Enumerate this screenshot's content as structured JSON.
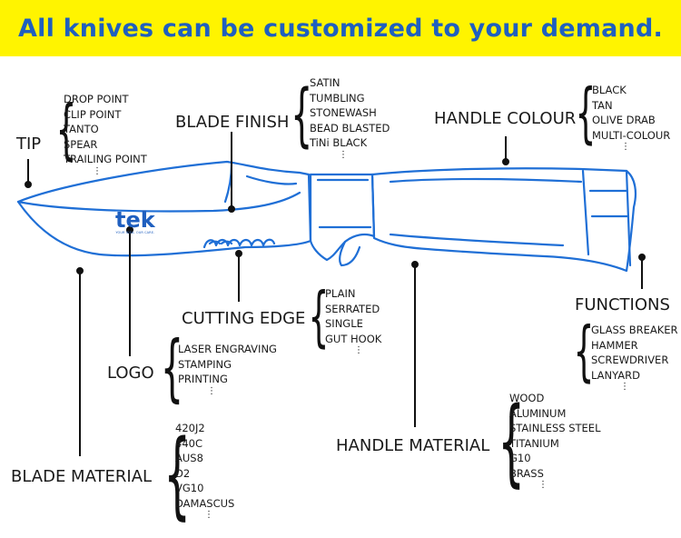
{
  "banner": {
    "text": "All knives can be customized to your demand."
  },
  "logo": {
    "text": "tek",
    "tagline": "YOUR IDEA. OUR CARE."
  },
  "colors": {
    "banner_bg": "#fff400",
    "banner_text": "#1f5fbf",
    "knife_line": "#1f6fd6"
  },
  "groups": {
    "tip": {
      "title": "TIP",
      "items": [
        "DROP POINT",
        "CLIP POINT",
        "TANTO",
        "SPEAR",
        "TRAILING POINT"
      ],
      "more": "⋮"
    },
    "blade_finish": {
      "title": "BLADE FINISH",
      "items": [
        "SATIN",
        "TUMBLING",
        "STONEWASH",
        "BEAD BLASTED",
        "TiNi BLACK"
      ],
      "more": "⋮"
    },
    "handle_colour": {
      "title": "HANDLE COLOUR",
      "items": [
        "BLACK",
        "TAN",
        "OLIVE DRAB",
        "MULTI-COLOUR"
      ],
      "more": "⋮"
    },
    "cutting_edge": {
      "title": "CUTTING EDGE",
      "items": [
        "PLAIN",
        "SERRATED",
        "SINGLE",
        "GUT HOOK"
      ],
      "more": "⋮"
    },
    "functions": {
      "title": "FUNCTIONS",
      "items": [
        "GLASS BREAKER",
        "HAMMER",
        "SCREWDRIVER",
        "LANYARD"
      ],
      "more": "⋮"
    },
    "logo": {
      "title": "LOGO",
      "items": [
        "LASER ENGRAVING",
        "STAMPING",
        "PRINTING"
      ],
      "more": "⋮"
    },
    "blade_material": {
      "title": "BLADE MATERIAL",
      "items": [
        "420J2",
        "440C",
        "AUS8",
        "D2",
        "VG10",
        "DAMASCUS"
      ],
      "more": "⋮"
    },
    "handle_material": {
      "title": "HANDLE MATERIAL",
      "items": [
        "WOOD",
        "ALUMINUM",
        "STAINLESS STEEL",
        "TITANIUM",
        "G10",
        "BRASS"
      ],
      "more": "⋮"
    }
  }
}
